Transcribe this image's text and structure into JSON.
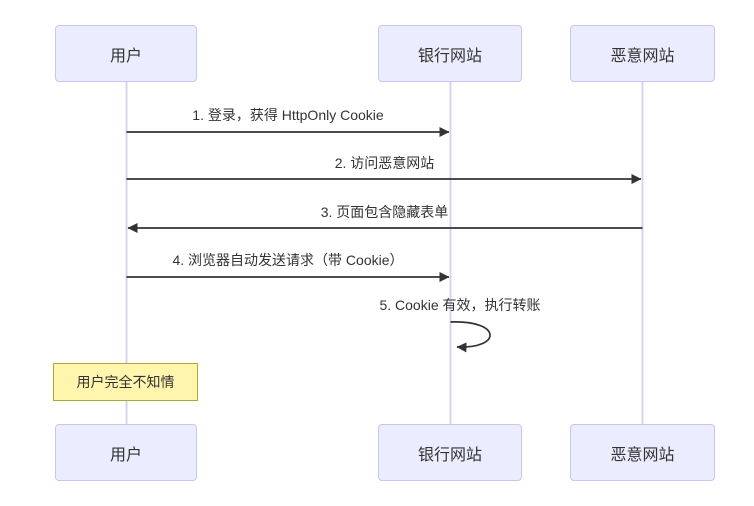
{
  "diagram": {
    "type": "sequence-diagram",
    "topic": "CSRF attack flow",
    "actors": [
      {
        "name": "用户"
      },
      {
        "name": "银行网站"
      },
      {
        "name": "恶意网站"
      }
    ],
    "messages": [
      {
        "label": "1. 登录，获得 HttpOnly Cookie",
        "from": "用户",
        "to": "银行网站",
        "line": "solid",
        "self": false
      },
      {
        "label": "2. 访问恶意网站",
        "from": "用户",
        "to": "恶意网站",
        "line": "solid",
        "self": false
      },
      {
        "label": "3. 页面包含隐藏表单",
        "from": "恶意网站",
        "to": "用户",
        "line": "solid",
        "self": false
      },
      {
        "label": "4. 浏览器自动发送请求（带 Cookie）",
        "from": "用户",
        "to": "银行网站",
        "line": "solid",
        "self": false
      },
      {
        "label": "5. Cookie 有效，执行转账",
        "from": "银行网站",
        "to": "银行网站",
        "line": "solid",
        "self": true
      }
    ],
    "note": {
      "text": "用户完全不知情",
      "over": "用户"
    },
    "colors": {
      "actor_fill": "#ECECFF",
      "actor_border": "#C9C5F0",
      "note_fill": "#FFF5AD",
      "note_border": "#AAAA33",
      "message_line": "#333333",
      "lifeline": "#D6D3EF",
      "text": "#333333",
      "background": "#FFFFFF"
    }
  }
}
